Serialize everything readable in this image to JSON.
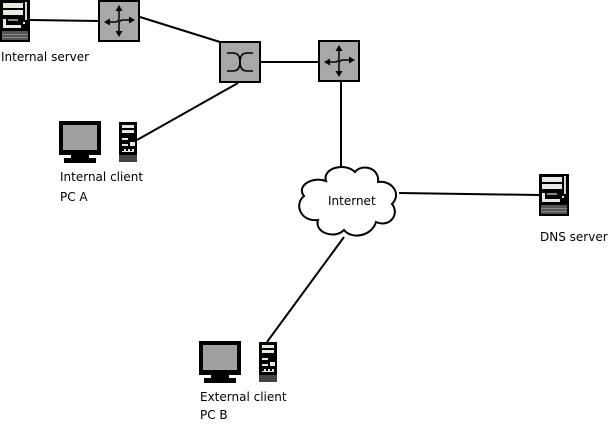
{
  "diagram": {
    "title": "",
    "nodes": [
      {
        "id": "internal-server",
        "type": "server",
        "label_lines": [
          "Internal server"
        ]
      },
      {
        "id": "router-1",
        "type": "router",
        "label_lines": []
      },
      {
        "id": "switch",
        "type": "switch",
        "label_lines": []
      },
      {
        "id": "router-2",
        "type": "router",
        "label_lines": []
      },
      {
        "id": "internal-client",
        "type": "pc",
        "label_lines": [
          "Internal client",
          "PC A"
        ]
      },
      {
        "id": "internet",
        "type": "cloud",
        "label_lines": [
          "Internet"
        ]
      },
      {
        "id": "dns-server",
        "type": "server",
        "label_lines": [
          "DNS server"
        ]
      },
      {
        "id": "external-client",
        "type": "pc",
        "label_lines": [
          "External client",
          "PC B"
        ]
      }
    ],
    "edges": [
      {
        "from": "internal-server",
        "to": "router-1"
      },
      {
        "from": "router-1",
        "to": "switch"
      },
      {
        "from": "switch",
        "to": "router-2"
      },
      {
        "from": "switch",
        "to": "internal-client"
      },
      {
        "from": "router-2",
        "to": "internet"
      },
      {
        "from": "internet",
        "to": "dns-server"
      },
      {
        "from": "internet",
        "to": "external-client"
      }
    ],
    "labels": {
      "internal_server": "Internal server",
      "internal_client_line1": "Internal client",
      "internal_client_line2": "PC A",
      "internet": "Internet",
      "dns_server": "DNS server",
      "external_client_line1": "External client",
      "external_client_line2": "PC B"
    },
    "colors": {
      "device_fill": "#a8a8a8",
      "outline": "#000000",
      "screen": "#a0a0a0",
      "background": "#ffffff"
    }
  }
}
